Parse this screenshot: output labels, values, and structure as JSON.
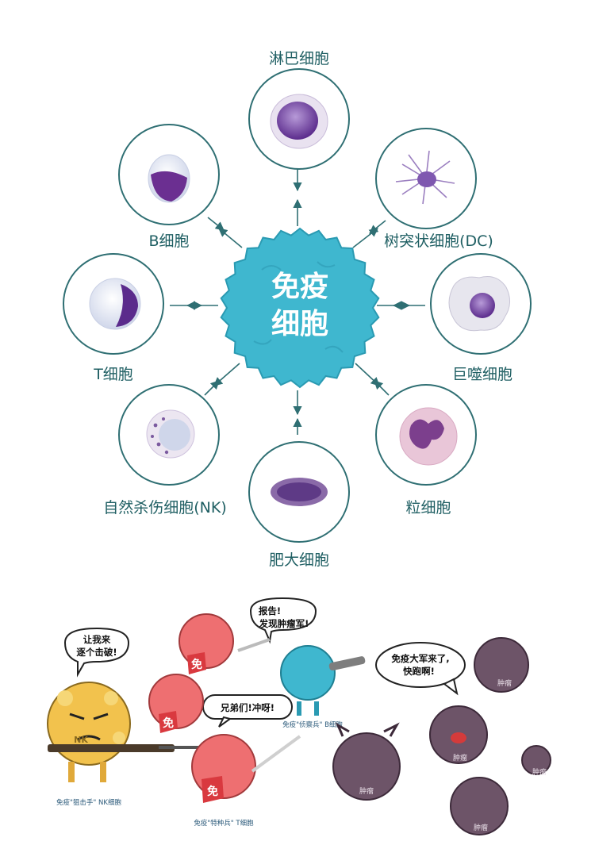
{
  "diagram": {
    "center": {
      "line1": "免疫",
      "line2": "细胞"
    },
    "nodes": [
      {
        "id": "lymphocyte",
        "label": "淋巴细胞"
      },
      {
        "id": "dendritic",
        "label": "树突状细胞(DC)"
      },
      {
        "id": "macrophage",
        "label": "巨噬细胞"
      },
      {
        "id": "granulocyte",
        "label": "粒细胞"
      },
      {
        "id": "mast",
        "label": "肥大细胞"
      },
      {
        "id": "nk",
        "label": "自然杀伤细胞(NK)"
      },
      {
        "id": "t-cell",
        "label": "T细胞"
      },
      {
        "id": "b-cell",
        "label": "B细胞"
      }
    ],
    "colors": {
      "ring": "#2f6f73",
      "center": "#3fb7cf",
      "label": "#1f5f63"
    }
  },
  "cartoon": {
    "bubbles": {
      "nk": {
        "line1": "让我来",
        "line2": "逐个击破!"
      },
      "report": {
        "line1": "报告!",
        "line2": "发现肿瘤军!"
      },
      "charge": {
        "line1": "兄弟们!冲呀!"
      },
      "tumor": {
        "line1": "免疫大军来了,",
        "line2": "快跑啊!"
      }
    },
    "captions": {
      "nk": "免疫\"狙击手\" NK细胞",
      "special": "免疫\"特种兵\" T细胞",
      "scout": "免疫\"侦察兵\"  B细胞"
    },
    "tags": {
      "immune_badge": "免",
      "nk_tag": "NK",
      "tumor": "肿瘤"
    }
  }
}
